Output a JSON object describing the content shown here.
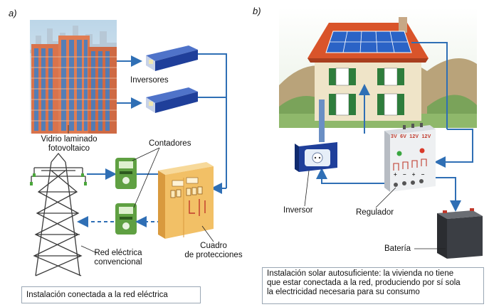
{
  "panel_a": {
    "label": "a)",
    "glass_label_line1": "Vidrio laminado",
    "glass_label_line2": "fotovoltaico",
    "inverters_label": "Inversores",
    "meters_label": "Contadores",
    "grid_label_line1": "Red eléctrica",
    "grid_label_line2": "convencional",
    "panel_label_line1": "Cuadro",
    "panel_label_line2": "de protecciones",
    "caption": "Instalación conectada a la red eléctrica"
  },
  "panel_b": {
    "label": "b)",
    "inverter_label": "Inversor",
    "regulator_label": "Regulador",
    "battery_label": "Batería",
    "regulator_markings": [
      "3V",
      "6V",
      "12V",
      "12V"
    ],
    "regulator_terminals": "+ − + −",
    "caption_line1": "Instalación solar autosuficiente: la vivienda no tiene",
    "caption_line2": "que estar conectada a la red, produciendo por sí sola",
    "caption_line3": "la electricidad necesaria para su consumo"
  },
  "colors": {
    "wire": "#2f6fb5",
    "device_blue": "#1f3f9a",
    "meter_green": "#5fa042",
    "cabinet": "#f2c066",
    "roof": "#d9542a",
    "solar_panel": "#2b63c6"
  }
}
